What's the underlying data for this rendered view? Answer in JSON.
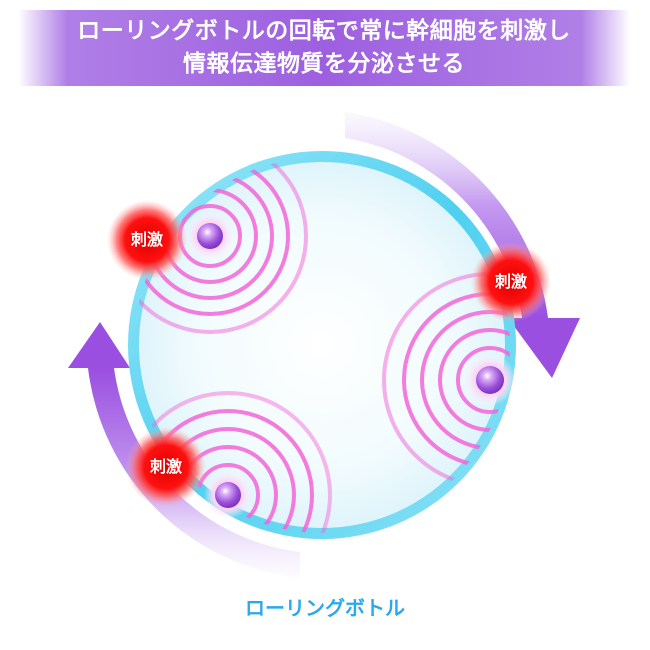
{
  "header": {
    "line1": "ローリングボトルの回転で常に幹細胞を刺激し",
    "line2": "情報伝達物質を分泌させる"
  },
  "stimulus_labels": [
    "刺激",
    "刺激",
    "刺激"
  ],
  "caption": "ローリングボトル",
  "colors": {
    "banner": "#9d5fe0",
    "bottle_ring": "#5ed8f3",
    "ripple": "#f266d9",
    "cell": "#9a4fd8",
    "stimulus": "#ff1a1a",
    "arrow": "#a45fe3",
    "caption": "#2aa9ee"
  }
}
